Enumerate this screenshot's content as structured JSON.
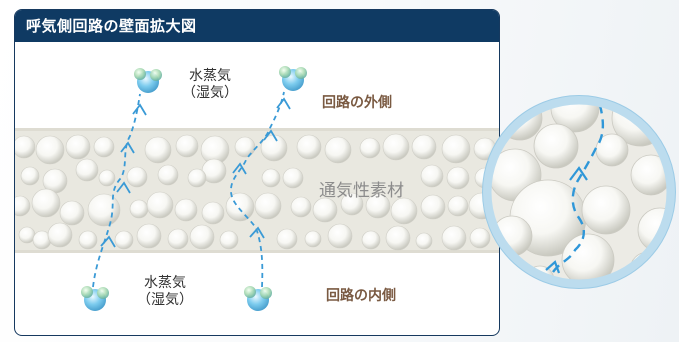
{
  "title": "呼気側回路の壁面拡大図",
  "vapor_top": {
    "line1": "水蒸気",
    "line2": "（湿気）"
  },
  "vapor_bottom": {
    "line1": "水蒸気",
    "line2": "（湿気）"
  },
  "outside_label": "回路の外側",
  "inside_label": "回路の内側",
  "material_label": "通気性素材",
  "colors": {
    "title_bar": "#0f3a63",
    "band": "#e9e8e0",
    "arrow": "#3a9ad6",
    "side_label": "#7a5a42",
    "magnifier_ring": "#bcdcee"
  },
  "icons": [
    "water-vapor-molecule-icon",
    "magnifier-circle"
  ]
}
